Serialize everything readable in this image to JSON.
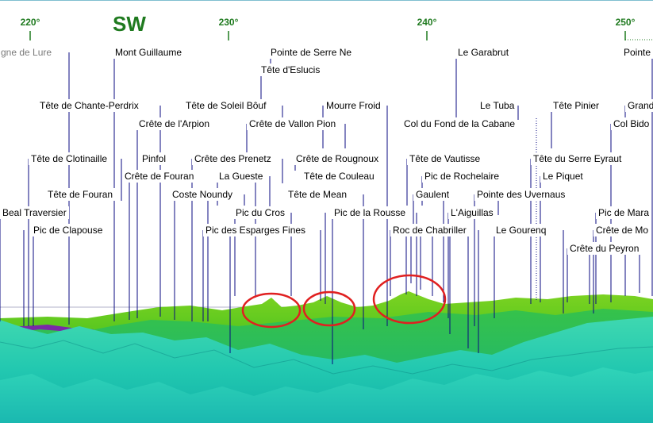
{
  "window": {
    "title": ""
  },
  "compass": {
    "direction": "SW",
    "bearing": 225
  },
  "bearings": [
    {
      "label": "220°",
      "value": 220
    },
    {
      "label": "230°",
      "value": 230
    },
    {
      "label": "240°",
      "value": 240
    },
    {
      "label": "250°",
      "value": 250
    }
  ],
  "peaks": [
    {
      "name": "gne de Lure",
      "grey": true
    },
    {
      "name": "Mont Guillaume"
    },
    {
      "name": "Pointe de Serre Ne"
    },
    {
      "name": "Le Garabrut"
    },
    {
      "name": "Pointe"
    },
    {
      "name": "Tête d'Eslucis"
    },
    {
      "name": "Tête de Chante-Perdrix"
    },
    {
      "name": "Tête de Soleil Bôuf"
    },
    {
      "name": "Mourre Froid"
    },
    {
      "name": "Le Tuba"
    },
    {
      "name": "Tête Pinier"
    },
    {
      "name": "Grand"
    },
    {
      "name": "Crête de l'Arpion"
    },
    {
      "name": "Crête de Vallon Pion"
    },
    {
      "name": "Col du Fond de la Cabane"
    },
    {
      "name": "Col Bido"
    },
    {
      "name": "Tête de Clotinaille"
    },
    {
      "name": "Pinfol"
    },
    {
      "name": "Crête des Prenetz"
    },
    {
      "name": "Crête de Rougnoux"
    },
    {
      "name": "Tête de Vautisse"
    },
    {
      "name": "Tête du Serre Eyraut"
    },
    {
      "name": "Crête de Fouran"
    },
    {
      "name": "La Gueste"
    },
    {
      "name": "Tête de Couleau"
    },
    {
      "name": "Pic de Rochelaire"
    },
    {
      "name": "Le Piquet"
    },
    {
      "name": "Tête de Fouran"
    },
    {
      "name": "Coste Noundy"
    },
    {
      "name": "Tête de Mean"
    },
    {
      "name": "Gaulent"
    },
    {
      "name": "Pointe des Uvernaus"
    },
    {
      "name": "Beal Traversier"
    },
    {
      "name": "Pic du Cros"
    },
    {
      "name": "Pic de la Rousse"
    },
    {
      "name": "L'Aiguillas"
    },
    {
      "name": "Pic de Mara"
    },
    {
      "name": "Pic de Clapouse"
    },
    {
      "name": "Pic des Esparges Fines"
    },
    {
      "name": "Roc de Chabriller"
    },
    {
      "name": "Le Gourenq"
    },
    {
      "name": "Crête de Mo"
    },
    {
      "name": "Crête du Peyron"
    }
  ],
  "colors": {
    "leader": "#0a0a80",
    "bearing": "#1f7a1f",
    "circle": "#e02020",
    "horizon_line": "#b0b0c8"
  }
}
